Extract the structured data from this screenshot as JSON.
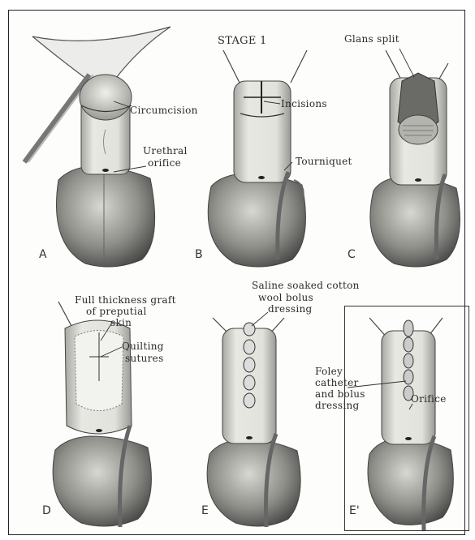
{
  "stage_title": "STAGE 1",
  "panels": {
    "A": {
      "letter": "A",
      "labels": {
        "circumcision": "Circumcision",
        "urethral_1": "Urethral",
        "urethral_2": "orifice"
      }
    },
    "B": {
      "letter": "B",
      "labels": {
        "incisions": "Incisions",
        "tourniquet": "Tourniquet"
      }
    },
    "C": {
      "letter": "C",
      "labels": {
        "glans_split": "Glans split"
      }
    },
    "D": {
      "letter": "D",
      "labels": {
        "graft_1": "Full thickness graft",
        "graft_2": "of preputial",
        "graft_3": "skin",
        "quilting_1": "Quilting",
        "quilting_2": "sutures"
      }
    },
    "E": {
      "letter": "E",
      "labels": {
        "saline_1": "Saline soaked cotton",
        "saline_2": "wool bolus",
        "saline_3": "dressing"
      }
    },
    "E_prime": {
      "letter": "E'",
      "labels": {
        "foley_1": "Foley",
        "foley_2": "catheter",
        "foley_3": "and bolus",
        "foley_4": "dressing",
        "orifice": "Orifice"
      }
    }
  },
  "colors": {
    "ink": "#2a2a2a",
    "shade": "#8a8a8a",
    "skin": "#e6e6e0",
    "dark": "#555555"
  }
}
